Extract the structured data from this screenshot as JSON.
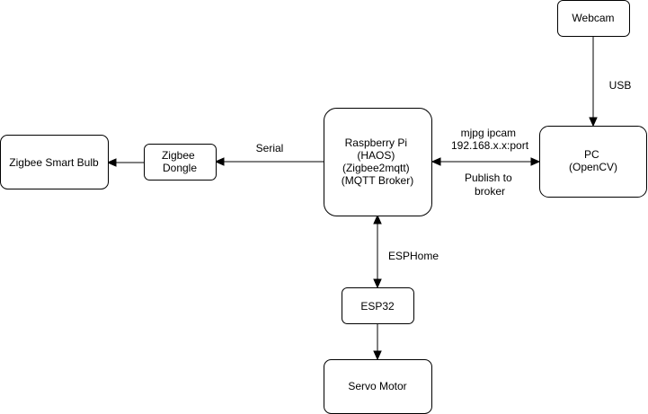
{
  "nodes": {
    "webcam": {
      "lines": [
        "Webcam"
      ]
    },
    "pc": {
      "lines": [
        "PC",
        "(OpenCV)"
      ]
    },
    "raspberry_pi": {
      "lines": [
        "Raspberry Pi",
        "(HAOS)",
        "(Zigbee2mqtt)",
        "(MQTT Broker)"
      ]
    },
    "zigbee_dongle": {
      "lines": [
        "Zigbee",
        "Dongle"
      ]
    },
    "zigbee_bulb": {
      "lines": [
        "Zigbee Smart Bulb"
      ]
    },
    "esp32": {
      "lines": [
        "ESP32"
      ]
    },
    "servo_motor": {
      "lines": [
        "Servo Motor"
      ]
    }
  },
  "edges": {
    "usb": {
      "lines": [
        "USB"
      ]
    },
    "mjpg": {
      "lines": [
        "mjpg ipcam",
        "192.168.x.x:port"
      ]
    },
    "publish": {
      "lines": [
        "Publish to",
        "broker"
      ]
    },
    "serial": {
      "lines": [
        "Serial"
      ]
    },
    "esphome": {
      "lines": [
        "ESPHome"
      ]
    }
  },
  "colors": {
    "stroke": "#000000",
    "fill": "#ffffff",
    "text": "#000000"
  }
}
